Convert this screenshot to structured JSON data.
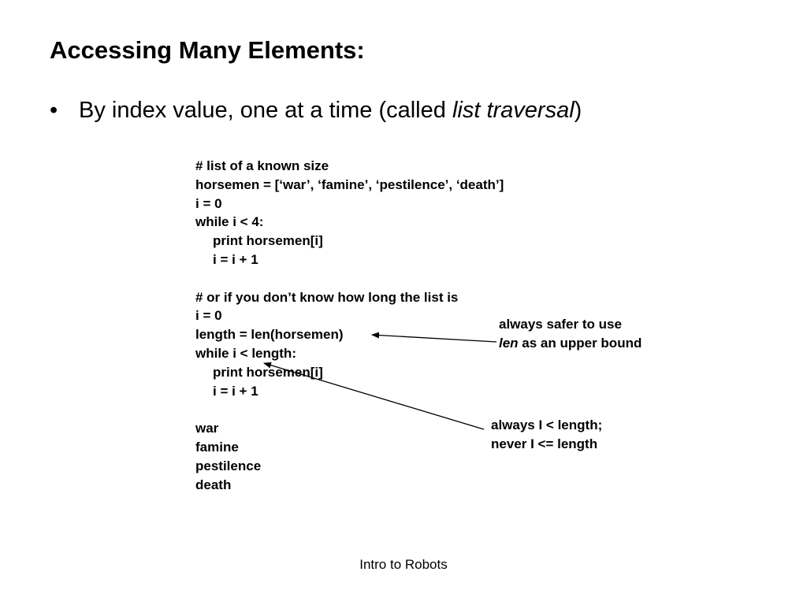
{
  "slide": {
    "title": "Accessing Many Elements:",
    "bullet": {
      "marker": "•",
      "text_prefix": "By index value, one at a time (called ",
      "text_emphasis": "list traversal",
      "text_suffix": ")"
    },
    "code_lines": [
      "# list of a known size",
      "horsemen = [‘war’, ‘famine’, ‘pestilence’, ‘death’]",
      "i = 0",
      "while i < 4:",
      "print horsemen[i]",
      "i = i + 1",
      "",
      "# or if you don’t know how long the list is",
      "i = 0",
      "length = len(horsemen)",
      "while i < length:",
      "print horsemen[i]",
      "i = i + 1",
      "",
      "war",
      "famine",
      "pestilence",
      "death"
    ],
    "annotations": {
      "first": {
        "line1": "always safer to use",
        "line2_emphasis": "len",
        "line2_rest": " as an upper bound"
      },
      "second": {
        "line1": "always I < length;",
        "line2": "never I <= length"
      }
    },
    "footer": "Intro to Robots"
  }
}
